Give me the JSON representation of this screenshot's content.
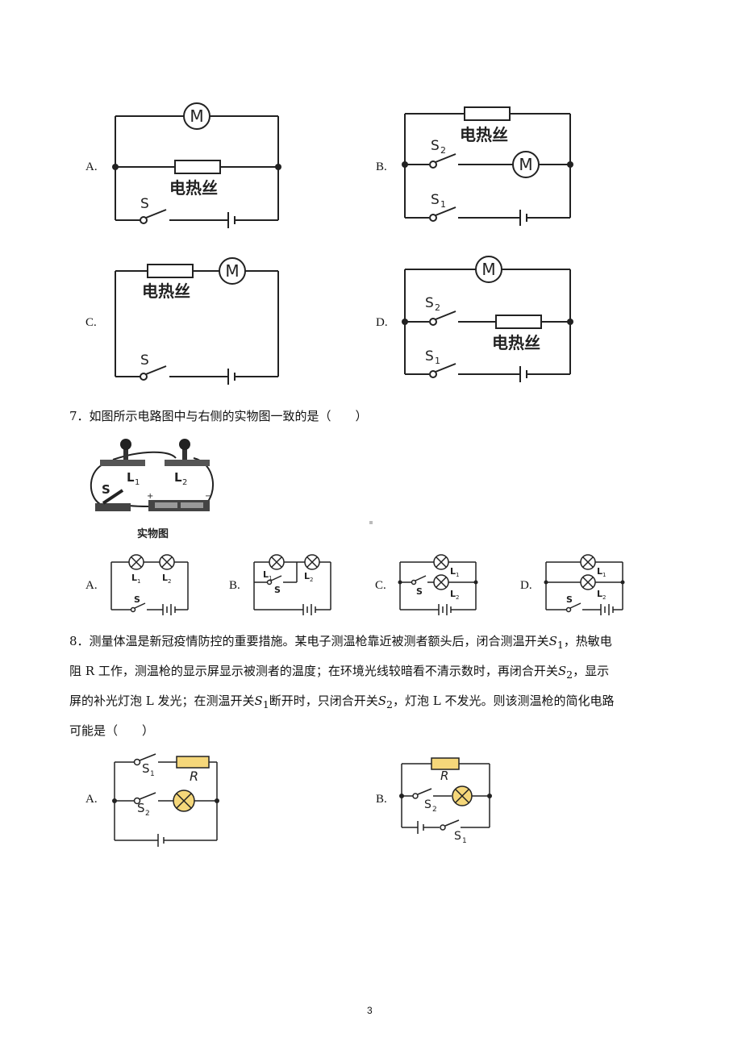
{
  "q6": {
    "options": [
      {
        "letter": "A.",
        "heater": "电热丝",
        "motor": "M",
        "switch": "S"
      },
      {
        "letter": "B.",
        "heater": "电热丝",
        "motor": "M",
        "switch1": "S",
        "sub1": "1",
        "switch2": "S",
        "sub2": "2"
      },
      {
        "letter": "C.",
        "heater": "电热丝",
        "motor": "M",
        "switch": "S"
      },
      {
        "letter": "D.",
        "heater": "电热丝",
        "motor": "M",
        "switch1": "S",
        "sub1": "1",
        "switch2": "S",
        "sub2": "2"
      }
    ]
  },
  "q7": {
    "text": "7．如图所示电路图中与右侧的实物图一致的是（　　）",
    "photo": {
      "caption": "实物图",
      "l1": "L",
      "l1_sub": "1",
      "l2": "L",
      "l2_sub": "2",
      "s": "S",
      "plus": "+",
      "minus": "−"
    },
    "options": [
      {
        "letter": "A.",
        "l1": "L",
        "l2": "L",
        "sub1": "1",
        "sub2": "2",
        "s": "S"
      },
      {
        "letter": "B.",
        "l1": "L",
        "l2": "L",
        "sub1": "1",
        "sub2": "2",
        "s": "S"
      },
      {
        "letter": "C.",
        "l1": "L",
        "l2": "L",
        "sub1": "1",
        "sub2": "2",
        "s": "S"
      },
      {
        "letter": "D.",
        "l1": "L",
        "l2": "L",
        "sub1": "1",
        "sub2": "2",
        "s": "S"
      }
    ]
  },
  "q8": {
    "line1a": "8．测量体温是新冠疫情防控的重要措施。某电子测温枪靠近被测者额头后，闭合测温开关",
    "line1b": "，热敏电",
    "line2a": "阻 R 工作，测温枪的显示屏显示被测者的温度；在环境光线较暗看不清示数时，再闭合开关",
    "line2b": "，显示",
    "line3a": "屏的补光灯泡 L 发光；在测温开关",
    "line3b": "断开时，只闭合开关",
    "line3c": "，灯泡 L 不发光。则该测温枪的简化电路",
    "line4": "可能是（　　）",
    "sym_s": "S",
    "sub1": "1",
    "sub2": "2",
    "options": [
      {
        "letter": "A.",
        "r": "R",
        "s1": "S",
        "sub1": "1",
        "s2": "S",
        "sub2": "2"
      },
      {
        "letter": "B.",
        "r": "R",
        "s1": "S",
        "sub1": "1",
        "s2": "S",
        "sub2": "2"
      }
    ]
  },
  "page_number": "3"
}
